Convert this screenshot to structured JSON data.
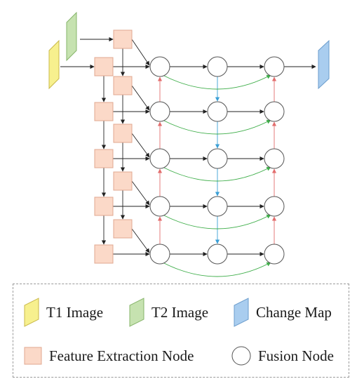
{
  "colors": {
    "t1_fill": "#f7f08e",
    "t1_stroke": "#c9b94a",
    "t2_fill": "#c6e2b0",
    "t2_stroke": "#86b46a",
    "map_fill": "#a9cdef",
    "map_stroke": "#6a9ccc",
    "feature_fill": "#fbd9c8",
    "feature_stroke": "#e0a890",
    "fusion_stroke": "#555555",
    "arrow": "#222222",
    "upsample": "#e26d6d",
    "downsample": "#3a9fd6",
    "skip": "#3fae4a"
  },
  "legend": {
    "t1_label": "T1 Image",
    "t2_label": "T2 Image",
    "map_label": "Change Map",
    "feature_label": "Feature Extraction Node",
    "fusion_label": "Fusion Node"
  }
}
